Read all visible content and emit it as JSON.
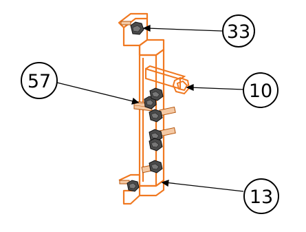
{
  "colors": {
    "part": "#f07820",
    "part_dark": "#b35208",
    "hardware": "#3a3a3a",
    "line": "#000000",
    "background": "#ffffff"
  },
  "callouts": [
    {
      "id": "c33",
      "label": "33"
    },
    {
      "id": "c57",
      "label": "57"
    },
    {
      "id": "c10",
      "label": "10"
    },
    {
      "id": "c13",
      "label": "13"
    }
  ]
}
